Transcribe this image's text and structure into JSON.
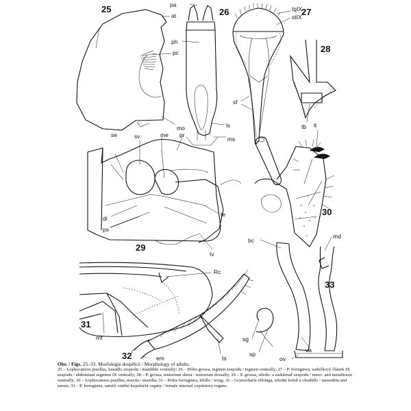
{
  "figures": [
    {
      "number": "25",
      "labels": [
        "at",
        "pc",
        "mo"
      ]
    },
    {
      "number": "26",
      "labels": [
        "pa",
        "ph",
        "ls",
        "ms"
      ]
    },
    {
      "number": "27",
      "labels": [
        "tgIX",
        "stIX",
        "sf"
      ]
    },
    {
      "number": "28",
      "labels": [
        "tb"
      ]
    },
    {
      "number": "29",
      "labels": [
        "se",
        "sv",
        "me",
        "pr",
        "di",
        "ps",
        "te",
        "tv"
      ]
    },
    {
      "number": "30",
      "labels": [
        "lt"
      ]
    },
    {
      "number": "31",
      "labels": [
        "Rc",
        "mf"
      ]
    },
    {
      "number": "32",
      "labels": [
        "em",
        "ts"
      ]
    },
    {
      "number": "33",
      "labels": [
        "md",
        "bc",
        "sg",
        "sp",
        "va",
        "ov"
      ]
    }
  ],
  "caption": {
    "heading_prefix": "Obr. / Figs.",
    "heading_rest": " 25–33. Morfologie dospělců / Morphology of adults.",
    "body": "25 – Lophocateres pusillus, kusadlo zespodu / mandible ventrally; 26 – Peltis grossa, tegmen zespodu / tegmen ventrally; 27 – P. ferruginea, zadečkový článek IX zespodu / abdominal segment IX ventrally; 28 – P. grossa, tentorium shora / tentorium dorsally; 29 – P. grossa, středo- a zadohruď zespodu / meso- and metathorax ventrally; 30 – Lophocateres pusillus, maxila / maxilla; 31 – Peltis ferruginea, křídlo / wing; 32 – Grynocharis oblonga, střední holeň a chodidlo / mesotibia and tarsus; 33 – P. ferruginea, samičí vnitřní kopulační orgány / female internal copulatory organs."
  }
}
